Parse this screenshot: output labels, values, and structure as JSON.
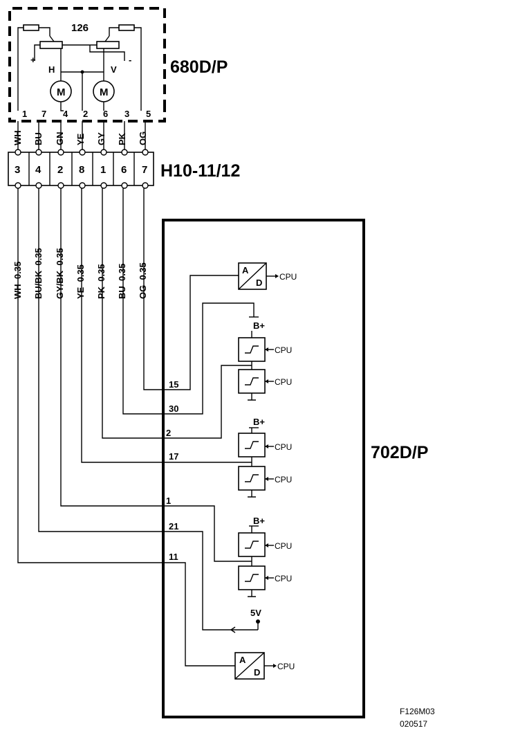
{
  "component_126": {
    "label": "126",
    "connector_label": "680D/P",
    "plus": "+",
    "minus": "-",
    "motor_h": "H",
    "motor_v": "V",
    "motor_symbol": "M",
    "pins": [
      "1",
      "7",
      "4",
      "2",
      "6",
      "3",
      "5"
    ],
    "wire_colors": [
      "WH",
      "BU",
      "GN",
      "YE",
      "GY",
      "PK",
      "OG"
    ]
  },
  "connector": {
    "label": "H10-11/12",
    "cavities": [
      "3",
      "4",
      "2",
      "8",
      "1",
      "6",
      "7"
    ]
  },
  "harness": {
    "wires": [
      "WH  0.35",
      "BU/BK  0.35",
      "GY/BK  0.35",
      "YE  0.35",
      "PK  0.35",
      "BU  0.35",
      "OG  0.35"
    ]
  },
  "control_module": {
    "label": "702D/P",
    "pins": [
      "15",
      "30",
      "2",
      "17",
      "1",
      "21",
      "11"
    ],
    "adc_a": "A",
    "adc_d": "D",
    "cpu": "CPU",
    "bplus": "B+",
    "five_v": "5V"
  },
  "footer": {
    "code": "F126M03",
    "date": "020517"
  }
}
